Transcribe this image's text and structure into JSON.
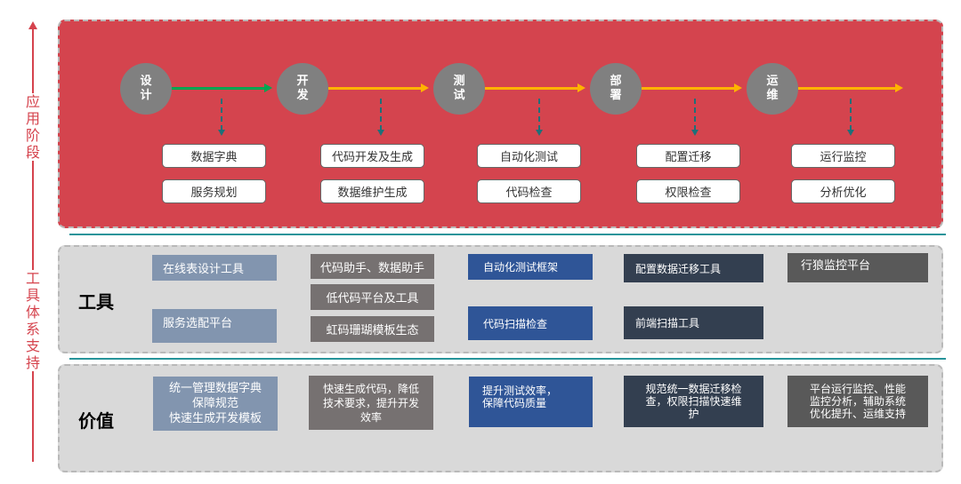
{
  "axis": {
    "application_label": "应用阶段",
    "tools_label": "工具体系支持",
    "color": "#d5434d"
  },
  "stages": [
    {
      "name": "设计",
      "activities": [
        "数据字典",
        "服务规划"
      ]
    },
    {
      "name": "开发",
      "activities": [
        "代码开发及生成",
        "数据维护生成"
      ]
    },
    {
      "name": "测试",
      "activities": [
        "自动化测试",
        "代码检查"
      ]
    },
    {
      "name": "部署",
      "activities": [
        "配置迁移",
        "权限检查"
      ]
    },
    {
      "name": "运维",
      "activities": [
        "运行监控",
        "分析优化"
      ]
    }
  ],
  "flow_colors": {
    "first": "#00a651",
    "rest": "#ffb300"
  },
  "tools": {
    "title": "工具",
    "columns": [
      [
        "在线表设计工具",
        "服务选配平台"
      ],
      [
        "代码助手、数据助手",
        "低代码平台及工具",
        "虹码珊瑚模板生态"
      ],
      [
        "自动化测试框架",
        "代码扫描检查"
      ],
      [
        "配置数据迁移工具",
        "前端扫描工具"
      ],
      [
        "行狼监控平台"
      ]
    ]
  },
  "value": {
    "title": "价值",
    "items": [
      "统一管理数据字典\n保障规范\n快速生成开发模板",
      "快速生成代码，降低\n技术要求，提升开发\n效率",
      "提升测试效率，\n保障代码质量",
      "规范统一数据迁移检\n查，权限扫描快速维\n护",
      "平台运行监控、性能\n监控分析，辅助系统\n优化提升、运维支持"
    ]
  },
  "colors": {
    "panel_red": "#d4444e",
    "panel_gray": "#d9d9d9",
    "divider": "#27949a",
    "col1": "#8295af",
    "col2": "#767171",
    "col3": "#2f5597",
    "col4": "#333f50",
    "col5": "#595959"
  }
}
